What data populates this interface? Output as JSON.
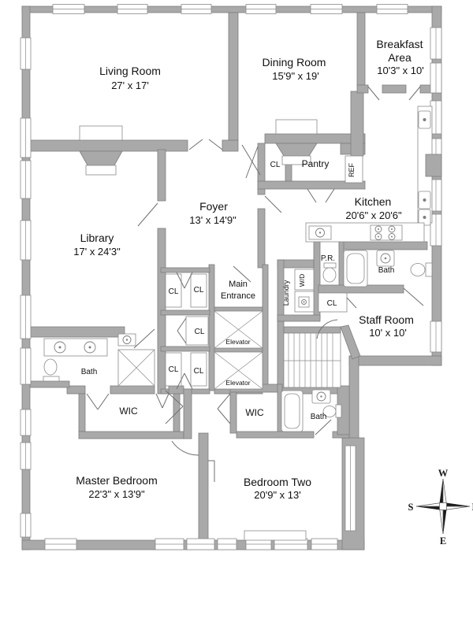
{
  "rooms": {
    "living": {
      "name": "Living Room",
      "dims": "27' x 17'"
    },
    "dining": {
      "name": "Dining Room",
      "dims": "15'9\" x 19'"
    },
    "breakfast": {
      "name_line1": "Breakfast",
      "name_line2": "Area",
      "dims": "10'3\" x 10'"
    },
    "library": {
      "name": "Library",
      "dims": "17' x 24'3\""
    },
    "foyer": {
      "name": "Foyer",
      "dims": "13' x 14'9\""
    },
    "kitchen": {
      "name": "Kitchen",
      "dims": "20'6\" x 20'6\""
    },
    "staff_room": {
      "name": "Staff Room",
      "dims": "10' x 10'"
    },
    "master_bedroom": {
      "name": "Master Bedroom",
      "dims": "22'3\" x 13'9\""
    },
    "bedroom_two": {
      "name": "Bedroom Two",
      "dims": "20'9\" x 13'"
    }
  },
  "labels": {
    "pantry": "Pantry",
    "ref": "REF",
    "cl": "CL",
    "pr": "P.R.",
    "wd": "W/D",
    "laundry": "Laundry",
    "bath": "Bath",
    "wic": "WIC",
    "elevator": "Elevator",
    "main_entrance_line1": "Main",
    "main_entrance_line2": "Entrance"
  },
  "compass": {
    "north": "N",
    "south": "S",
    "east": "E",
    "west": "W"
  },
  "colors": {
    "wall": "#a9a9a9",
    "wall_outline": "#7e7e7e",
    "background": "#ffffff",
    "text": "#111111"
  }
}
